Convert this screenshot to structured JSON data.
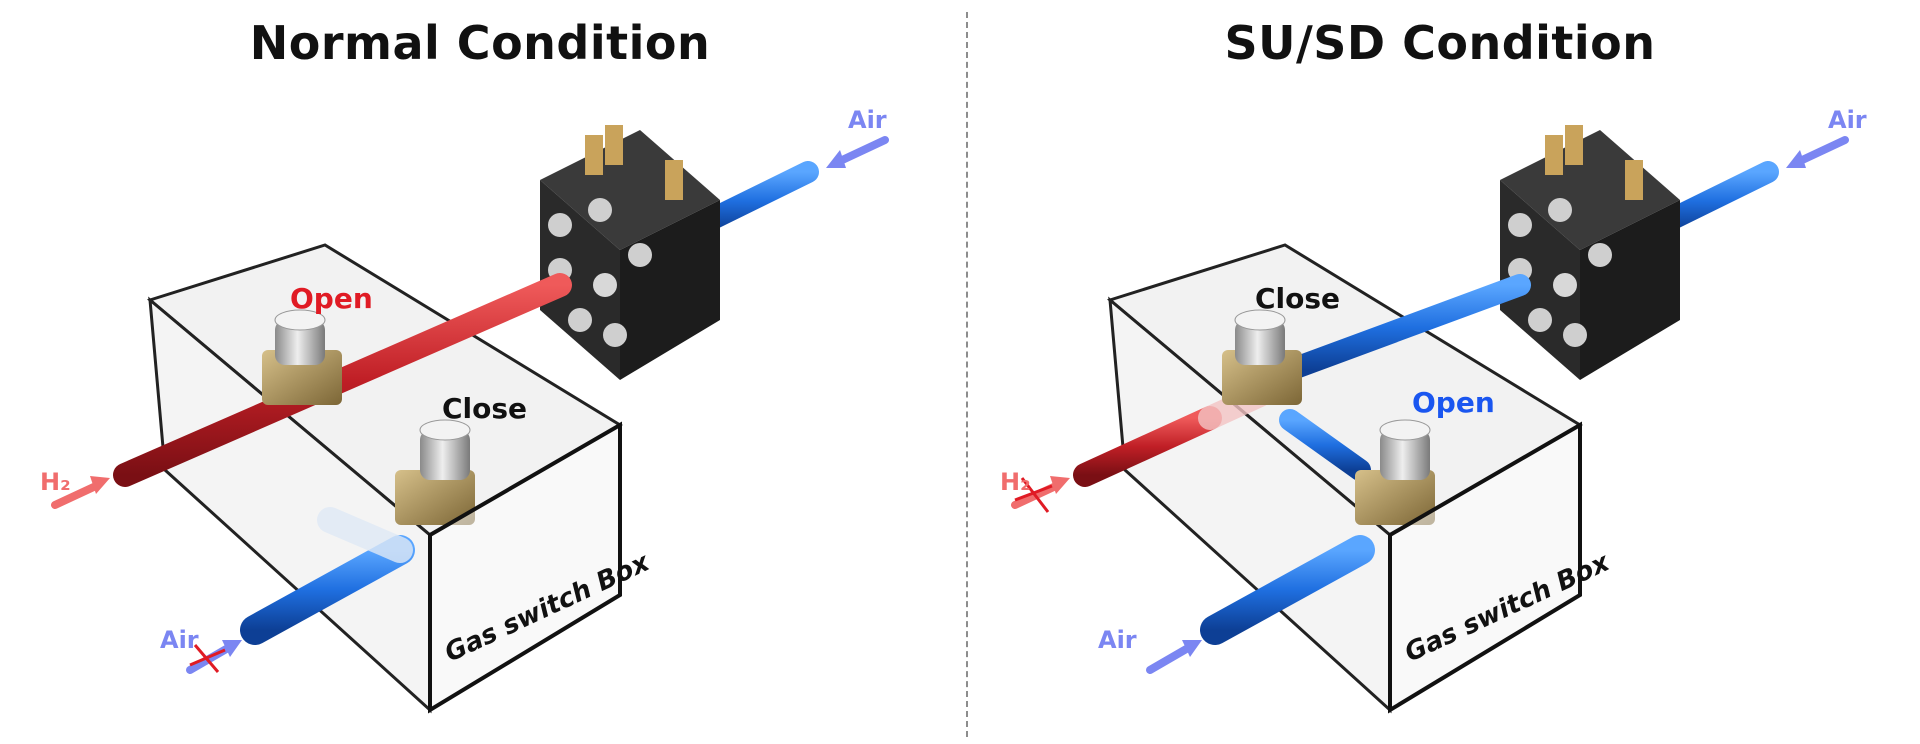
{
  "panels": [
    {
      "title": "Normal Condition",
      "labels": {
        "valve_top": "Open",
        "valve_bottom": "Close",
        "h2": "H₂",
        "air_bottom": "Air",
        "air_top": "Air",
        "box": "Gas switch Box"
      },
      "colors": {
        "valve_top": "#e01b24",
        "valve_bottom": "#111111"
      }
    },
    {
      "title": "SU/SD Condition",
      "labels": {
        "valve_top": "Close",
        "valve_bottom": "Open",
        "h2": "H₂",
        "air_bottom": "Air",
        "air_top": "Air",
        "box": "Gas switch Box"
      },
      "colors": {
        "valve_top": "#111111",
        "valve_bottom": "#1a56f0"
      }
    }
  ],
  "colors": {
    "h2_pipe": "#c8222b",
    "air_pipe": "#1f73e0",
    "arrow_red": "#f06d6d",
    "arrow_blue": "#7b86f2"
  }
}
